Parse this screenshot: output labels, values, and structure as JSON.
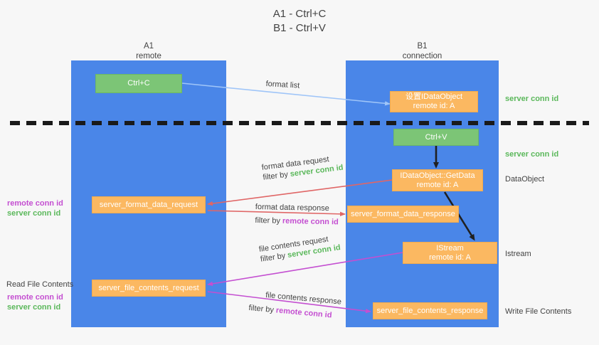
{
  "title": {
    "line1": "A1 - Ctrl+C",
    "line2": "B1 - Ctrl+V"
  },
  "lanes": [
    {
      "name": "A1",
      "subtitle": "remote"
    },
    {
      "name": "B1",
      "subtitle": "connection"
    }
  ],
  "nodes": {
    "ctrl_c": {
      "line1": "Ctrl+C",
      "color": "#7cc576"
    },
    "set_dataobject": {
      "line1": "设置IDataObject",
      "line2": "remote id: A",
      "color": "#fbb861"
    },
    "ctrl_v": {
      "line1": "Ctrl+V",
      "color": "#7cc576"
    },
    "getdata": {
      "line1": "IDataObject::GetData",
      "line2": "remote id: A",
      "color": "#fbb861"
    },
    "istream": {
      "line1": "IStream",
      "line2": "remote id: A",
      "color": "#fbb861"
    },
    "format_data_request": {
      "line1": "server_format_data_request",
      "color": "#fbb861"
    },
    "format_data_response": {
      "line1": "server_format_data_response",
      "color": "#fbb861"
    },
    "file_contents_request": {
      "line1": "server_file_contents_request",
      "color": "#fbb861"
    },
    "file_contents_response": {
      "line1": "server_file_contents_response",
      "color": "#fbb861"
    }
  },
  "edges": {
    "format_list": {
      "label": "format list"
    },
    "format_data_request": {
      "line1": "format data request",
      "line2_prefix": "filter by ",
      "line2_highlight": "server conn id",
      "highlight_color": "green"
    },
    "format_data_response": {
      "line1": "format data response",
      "line2_prefix": "filter by ",
      "line2_highlight": "remote conn id",
      "highlight_color": "purple"
    },
    "file_contents_request": {
      "line1": "file contents request",
      "line2_prefix": "filter by ",
      "line2_highlight": "server conn id",
      "highlight_color": "green"
    },
    "file_contents_response": {
      "line1": "file contents response",
      "line2_prefix": "filter by ",
      "line2_highlight": "remote conn id",
      "highlight_color": "purple"
    }
  },
  "annotations": {
    "right_server_conn_id_1": "server conn id",
    "right_server_conn_id_2": "server conn id",
    "right_dataobject": "DataObject",
    "right_istream": "Istream",
    "right_write_file_contents": "Write File Contents",
    "left_remote_conn_id_1": "remote conn id",
    "left_server_conn_id_1": "server conn id",
    "left_read_file_contents": "Read File Contents",
    "left_remote_conn_id_2": "remote conn id",
    "left_server_conn_id_2": "server conn id"
  },
  "colors": {
    "lane": "#4a86e8",
    "green_node": "#7cc576",
    "orange_node": "#fbb861",
    "arrow_blue": "#9fc5f8",
    "arrow_red": "#e06666",
    "arrow_magenta": "#c44fd1",
    "arrow_dark": "#202020",
    "divider": "#1a1a1a",
    "background": "#f7f7f7"
  }
}
